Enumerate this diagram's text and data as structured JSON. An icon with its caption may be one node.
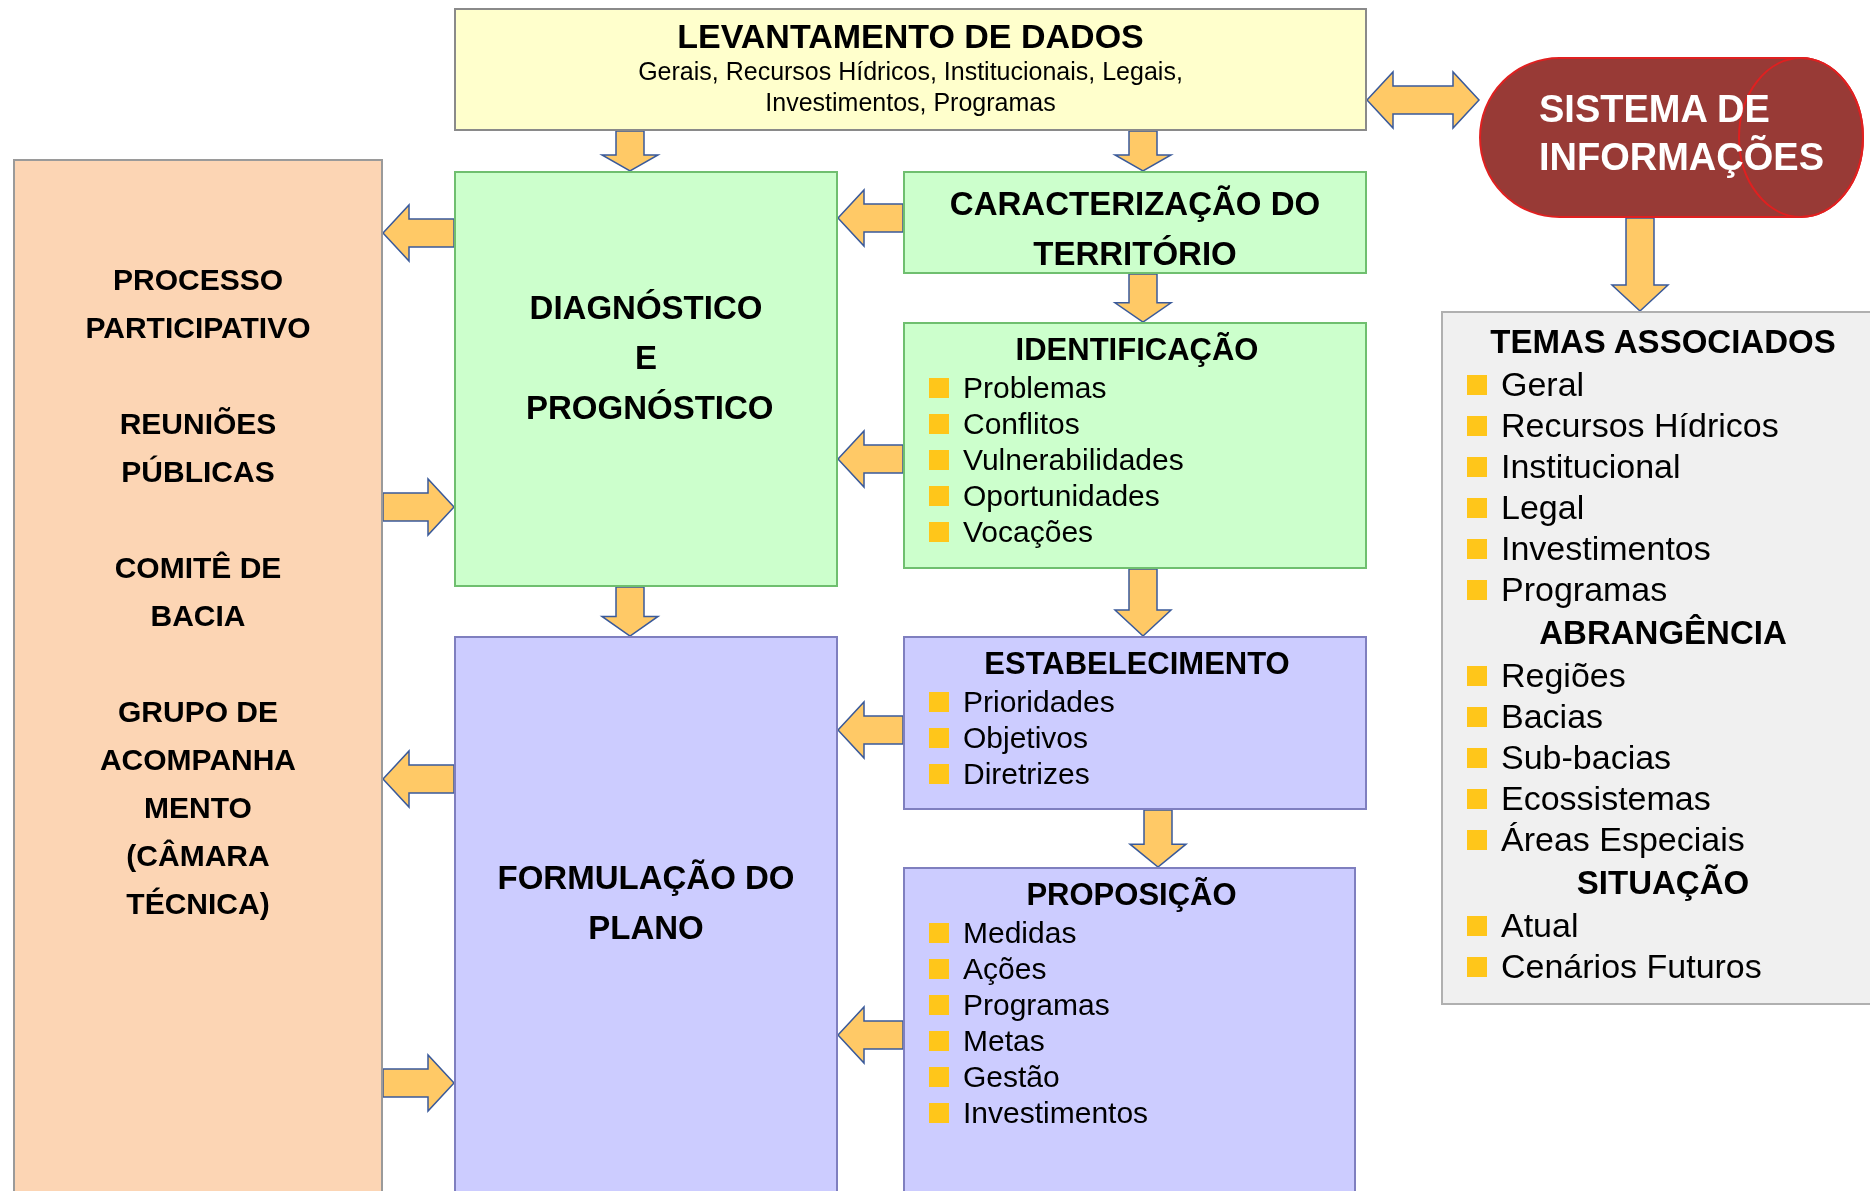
{
  "diagram": {
    "nodes": [
      {
        "text": [
          "LEVANTAMENTO DE DADOS",
          "Gerais, Recursos Hídricos, Institucionais, Legais, Investimentos, Programas"
        ]
      },
      {
        "text": [
          "SISTEMA DE INFORMAÇÕES"
        ]
      },
      {
        "text": [
          "PROCESSO PARTICIPATIVO",
          "REUNIÕES PÚBLICAS",
          "COMITÊ DE BACIA",
          "GRUPO DE ACOMPANHA MENTO (CÂMARA TÉCNICA)"
        ]
      },
      {
        "text": [
          "DIAGNÓSTICO E PROGNÓSTICO"
        ]
      },
      {
        "text": [
          "CARACTERIZAÇÃO DO TERRITÓRIO"
        ]
      },
      {
        "text": [
          "IDENTIFICAÇÃO",
          "Problemas",
          "Conflitos",
          "Vulnerabilidades",
          "Oportunidades",
          "Vocações"
        ]
      },
      {
        "text": [
          "FORMULAÇÃO DO PLANO"
        ]
      },
      {
        "text": [
          "ESTABELECIMENTO",
          "Prioridades",
          "Objetivos",
          "Diretrizes"
        ]
      },
      {
        "text": [
          "PROPOSIÇÃO",
          "Medidas",
          "Ações",
          "Programas",
          "Metas",
          "Gestão",
          "Investimentos"
        ]
      },
      {
        "text": [
          "TEMAS ASSOCIADOS",
          "Geral",
          "Recursos Hídricos",
          "Institucional",
          "Legal",
          "Investimentos",
          "Programas",
          "ABRANGÊNCIA",
          "Regiões",
          "Bacias",
          "Sub-bacias",
          "Ecossistemas",
          "Áreas Especiais",
          "SITUAÇÃO",
          "Atual",
          "Cenários Futuros"
        ]
      }
    ],
    "edges": [
      {
        "from": 0,
        "to": 3,
        "arrow": "to"
      },
      {
        "from": 0,
        "to": 4,
        "arrow": "to"
      },
      {
        "from": 0,
        "to": 1,
        "arrow": "both"
      },
      {
        "from": 1,
        "to": 9,
        "arrow": "to"
      },
      {
        "from": 3,
        "to": 2,
        "arrow": "to"
      },
      {
        "from": 2,
        "to": 3,
        "arrow": "to"
      },
      {
        "from": 4,
        "to": 3,
        "arrow": "to"
      },
      {
        "from": 4,
        "to": 5,
        "arrow": "to"
      },
      {
        "from": 5,
        "to": 3,
        "arrow": "to"
      },
      {
        "from": 3,
        "to": 6,
        "arrow": "to"
      },
      {
        "from": 5,
        "to": 7,
        "arrow": "to"
      },
      {
        "from": 7,
        "to": 6,
        "arrow": "to"
      },
      {
        "from": 7,
        "to": 8,
        "arrow": "to"
      },
      {
        "from": 8,
        "to": 6,
        "arrow": "to"
      },
      {
        "from": 6,
        "to": 2,
        "arrow": "to"
      },
      {
        "from": 2,
        "to": 6,
        "arrow": "to"
      }
    ]
  }
}
